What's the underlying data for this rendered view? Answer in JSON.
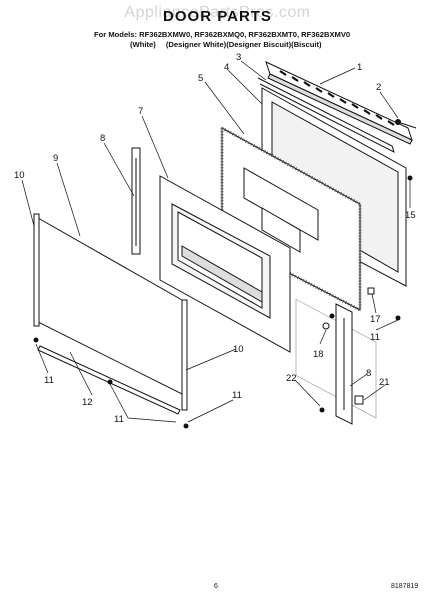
{
  "watermark": "AppliancePartsPros.com",
  "title": "DOOR PARTS",
  "models_line": "For Models: RF362BXMW0, RF362BXMQ0, RF362BXMT0, RF362BXMV0",
  "variants": [
    "(White)",
    "(Designer White)(Designer Biscuit)(Biscuit)"
  ],
  "callouts": {
    "c1": "1",
    "c2": "2",
    "c3": "3",
    "c4": "4",
    "c5": "5",
    "c7": "7",
    "c8a": "8",
    "c8b": "8",
    "c9": "9",
    "c10a": "10",
    "c10b": "10",
    "c11a": "11",
    "c11b": "11",
    "c11c": "11",
    "c11d": "11",
    "c12": "12",
    "c15": "15",
    "c17": "17",
    "c18": "18",
    "c21": "21",
    "c22": "22"
  },
  "page_number": "6",
  "doc_number": "8187819"
}
